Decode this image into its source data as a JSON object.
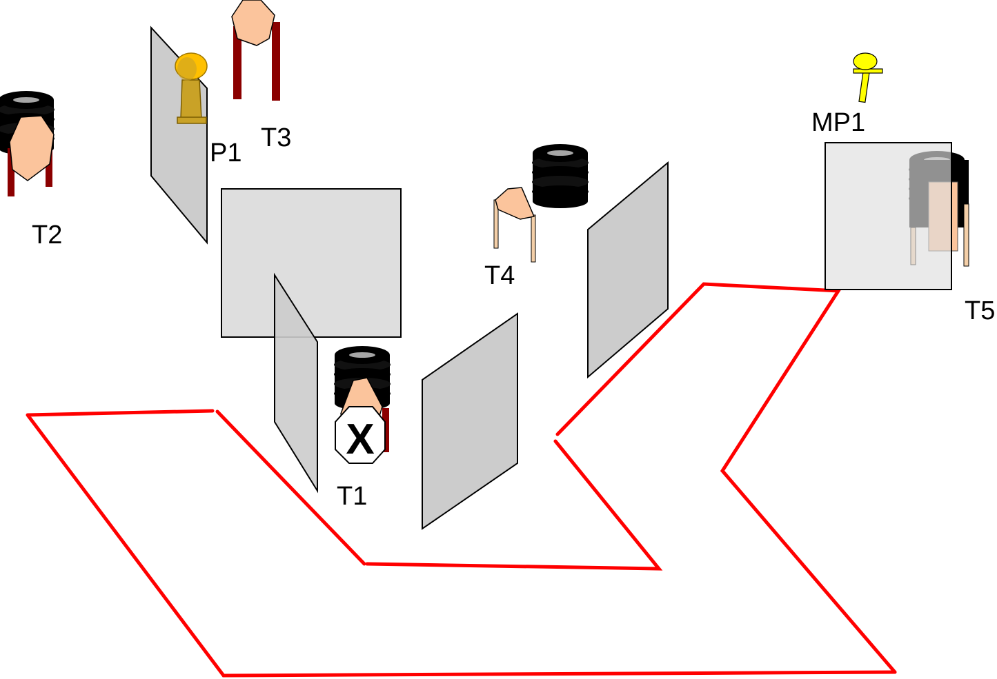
{
  "labels": {
    "t1": "T1",
    "t2": "T2",
    "t3": "T3",
    "t4": "T4",
    "t5": "T5",
    "p1": "P1",
    "mp1": "MP1"
  },
  "marker_glyph": "X",
  "colors": {
    "boundary": "#ff0000",
    "panel_fill": "#cccccc",
    "panel_light_fill": "#dedede",
    "face": "#fbc49c",
    "tire": "#000000",
    "post": "#8b0000",
    "post_light": "#f4cfa8",
    "trophy": "#c9a227",
    "trophy_top": "#ffc000",
    "mp_marker": "#ffff00"
  }
}
